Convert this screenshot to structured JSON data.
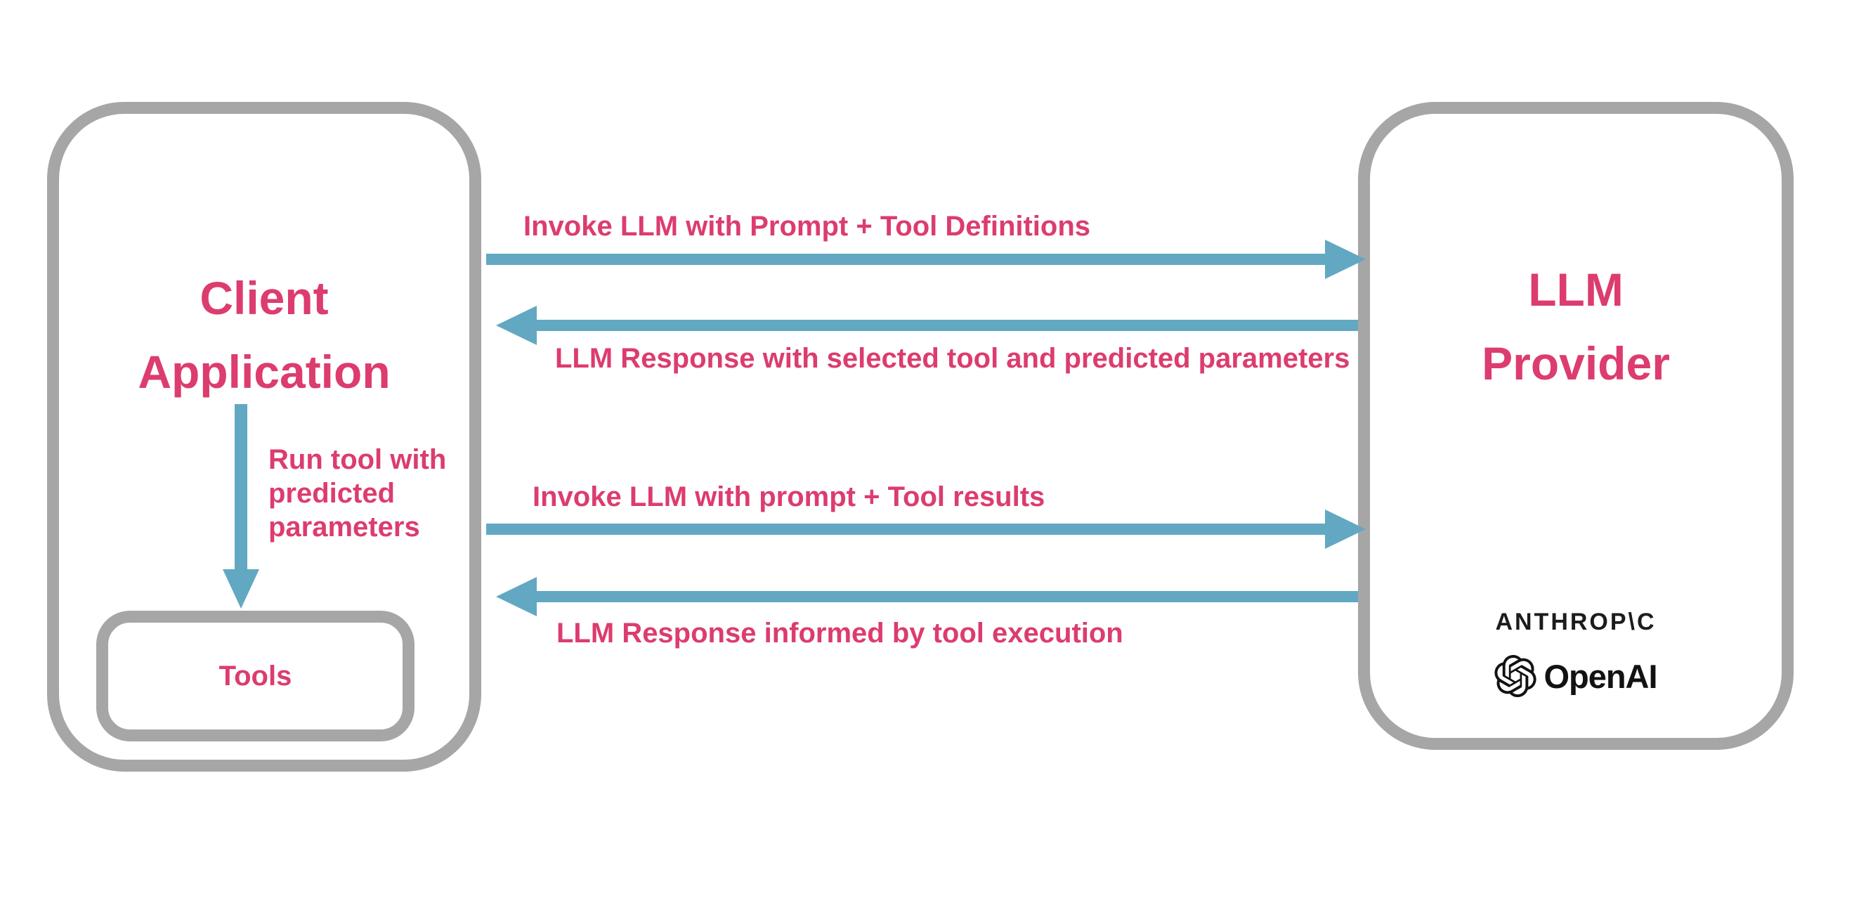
{
  "colors": {
    "accent_pink": "#dc3c6e",
    "arrow_blue": "#62a8c2",
    "border_gray": "#a6a6a6",
    "logo_black": "#1c1c1c"
  },
  "client_box": {
    "title_line1": "Client",
    "title_line2": "Application",
    "tools_label": "Tools"
  },
  "llm_box": {
    "title_line1": "LLM",
    "title_line2": "Provider",
    "anthropic_wordmark": "ANTHROP\\C",
    "openai_wordmark": "OpenAI"
  },
  "flow": {
    "arrows": [
      {
        "id": "invoke-1",
        "direction": "right",
        "label": "Invoke LLM with Prompt + Tool Definitions"
      },
      {
        "id": "response-1",
        "direction": "left",
        "label": "LLM Response with selected tool and predicted parameters"
      },
      {
        "id": "invoke-2",
        "direction": "right",
        "label": "Invoke LLM with prompt + Tool results"
      },
      {
        "id": "response-2",
        "direction": "left",
        "label": "LLM Response informed by tool execution"
      },
      {
        "id": "run-tool",
        "direction": "down",
        "label_lines": [
          "Run tool with",
          "predicted",
          "parameters"
        ]
      }
    ]
  }
}
